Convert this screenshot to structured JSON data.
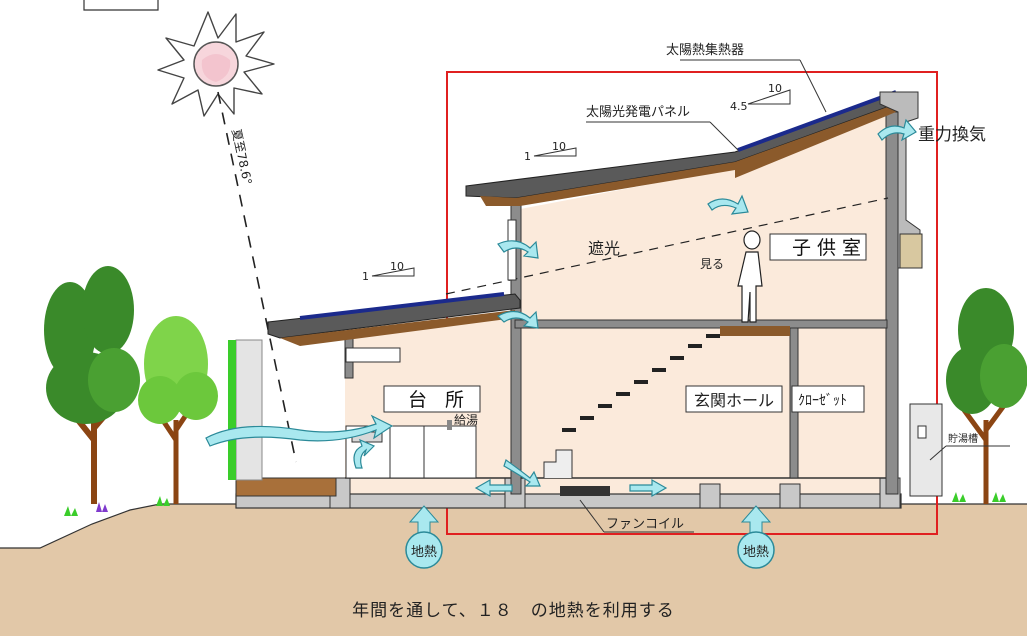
{
  "labels": {
    "solar_collector": "太陽熱集熱器",
    "pv_panel": "太陽光発電パネル",
    "gravity_vent": "重力換気",
    "summer_solstice": "夏至78.6°",
    "shading": "遮光",
    "view": "見る",
    "kids_room": "子供室",
    "kitchen": "台 所",
    "hot_water_supply": "給湯",
    "entrance_hall": "玄関ホール",
    "closet": "ｸﾛｰｾﾞｯﾄ",
    "hot_water_tank": "貯湯槽",
    "fan_coil": "ファンコイル",
    "geothermal_left": "地熱",
    "geothermal_right": "地熱"
  },
  "slopes": [
    {
      "rise": "4.5",
      "run": "10"
    },
    {
      "rise": "1",
      "run": "10"
    },
    {
      "rise": "1",
      "run": "10"
    }
  ],
  "caption": "年間を通して、１８　の地熱を利用する",
  "colors": {
    "roof": "#5a5a5a",
    "eave_wood": "#8b5a2b",
    "interior": "#fbeadb",
    "ground": "#e2c8a8",
    "airflow": "#a9e8ef",
    "airflow_stroke": "#2b8a99",
    "red_loop": "#e02020",
    "solar_panel": "#1b2a8c",
    "tree_green": "#3a8a2a",
    "tree_green_light": "#7fd44a",
    "trunk": "#8b4513"
  }
}
